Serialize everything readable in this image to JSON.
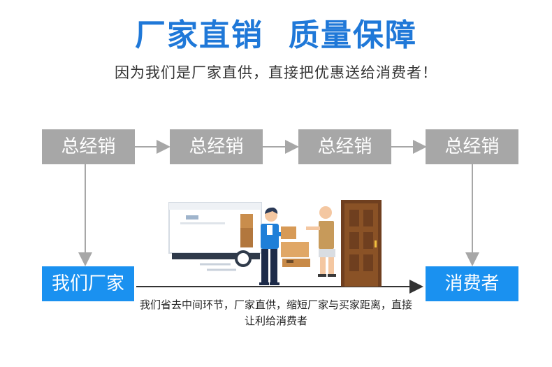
{
  "header": {
    "title_left": "厂家直销",
    "title_right": "质量保障",
    "subtitle": "因为我们是厂家直供，直接把优惠送给消费者！"
  },
  "chain": {
    "distributors": [
      "总经销",
      "总经销",
      "总经销",
      "总经销"
    ]
  },
  "direct": {
    "manufacturer": "我们厂家",
    "consumer": "消费者",
    "note": "我们省去中间环节，厂家直供，缩短厂家与买家距离，直接让利给消费者"
  },
  "colors": {
    "title": "#1f78d8",
    "blue_box": "#1a91f0",
    "gray_box": "#a7a7a7",
    "arrow_gray": "#a7a7a7",
    "arrow_dark": "#333333"
  }
}
